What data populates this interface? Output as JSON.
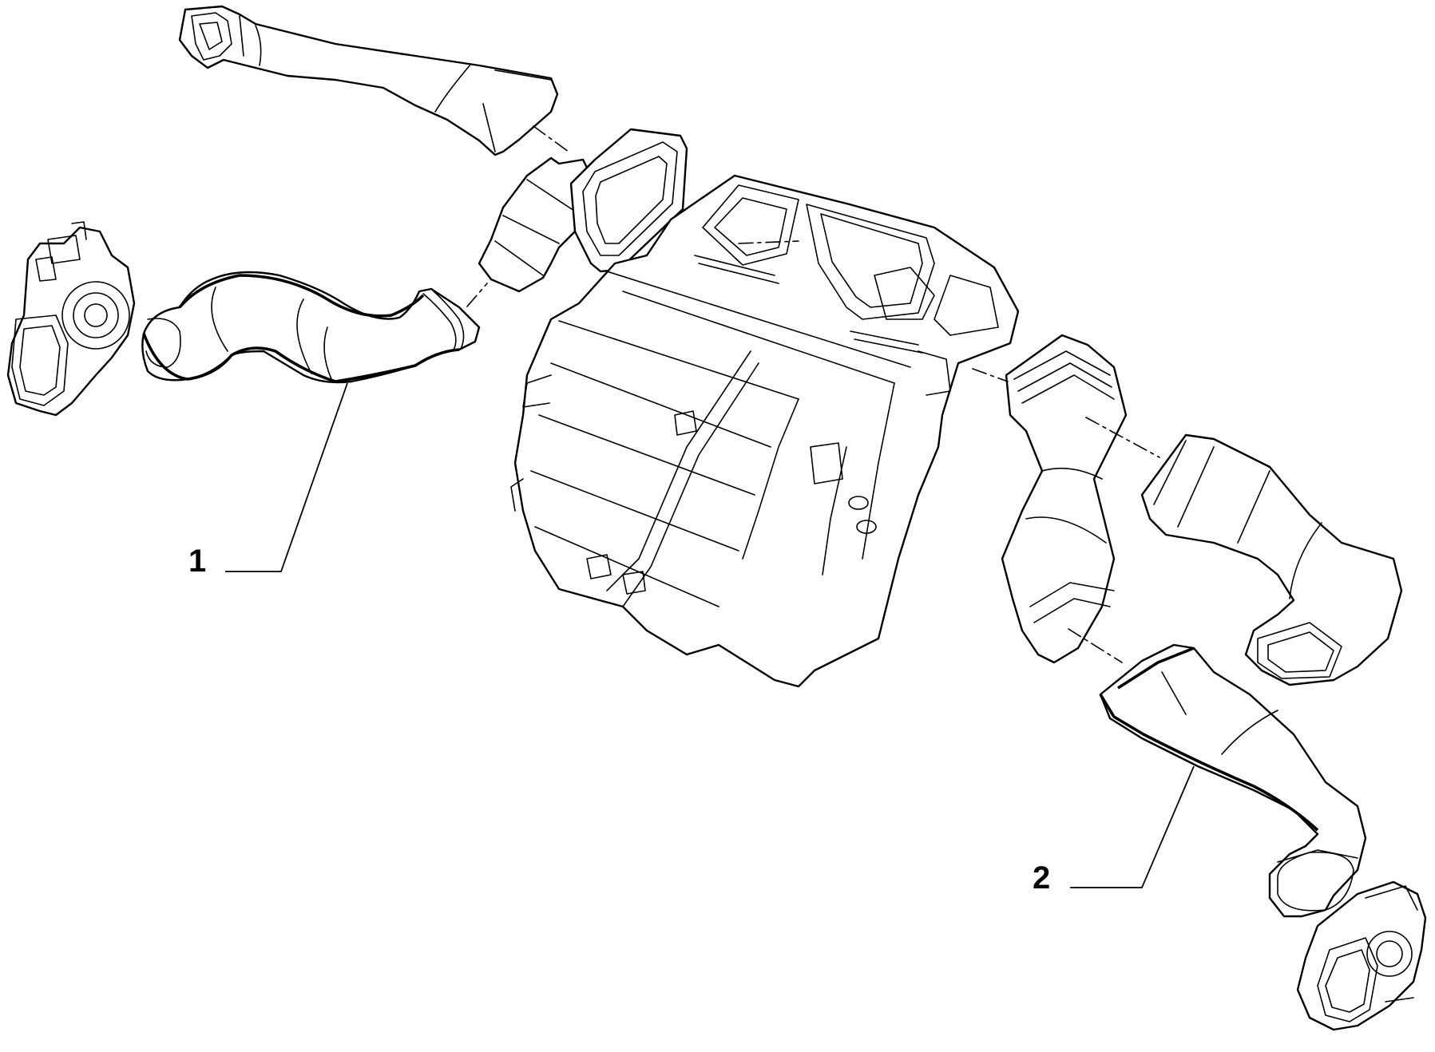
{
  "diagram": {
    "callouts": [
      {
        "label": "1",
        "part": "left-air-duct"
      },
      {
        "label": "2",
        "part": "right-air-duct"
      }
    ],
    "colors": {
      "line": "#000000",
      "background": "#ffffff"
    }
  }
}
